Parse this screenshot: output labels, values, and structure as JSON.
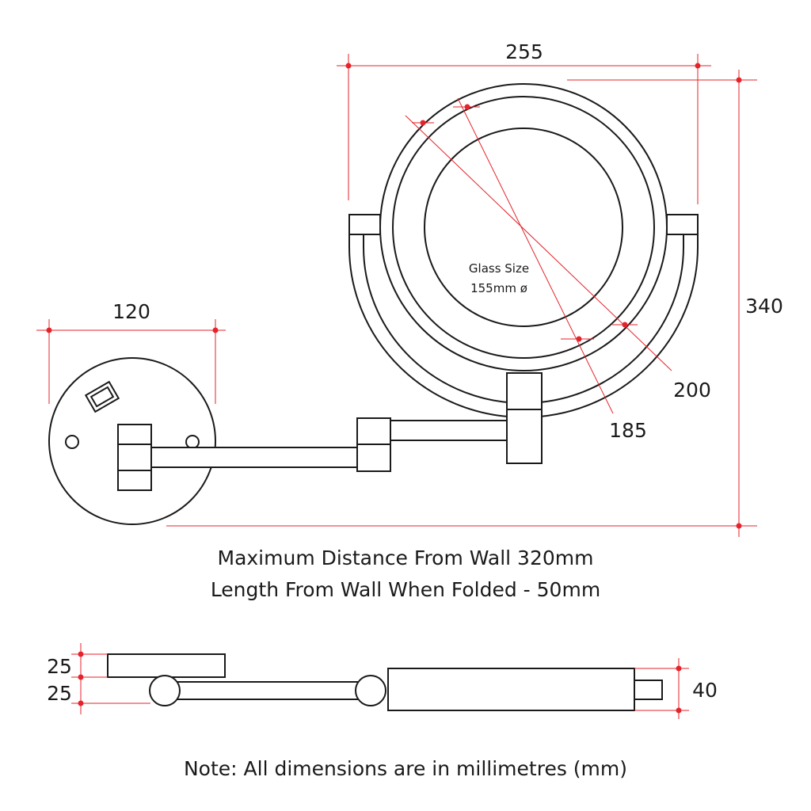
{
  "colors": {
    "outline": "#1a1a1a",
    "dimension": "#e5232b",
    "background": "#ffffff"
  },
  "labels": {
    "width": "255",
    "height": "340",
    "plate": "120",
    "outer_diameter": "200",
    "inner_diameter": "185",
    "glass_line1": "Glass Size",
    "glass_line2": "155mm ø",
    "side_top": "25",
    "side_bottom": "25",
    "side_depth": "40"
  },
  "captions": {
    "max_distance": "Maximum Distance From Wall 320mm",
    "folded_length": "Length From Wall When Folded - 50mm",
    "note": "Note: All dimensions are in millimetres (mm)"
  }
}
